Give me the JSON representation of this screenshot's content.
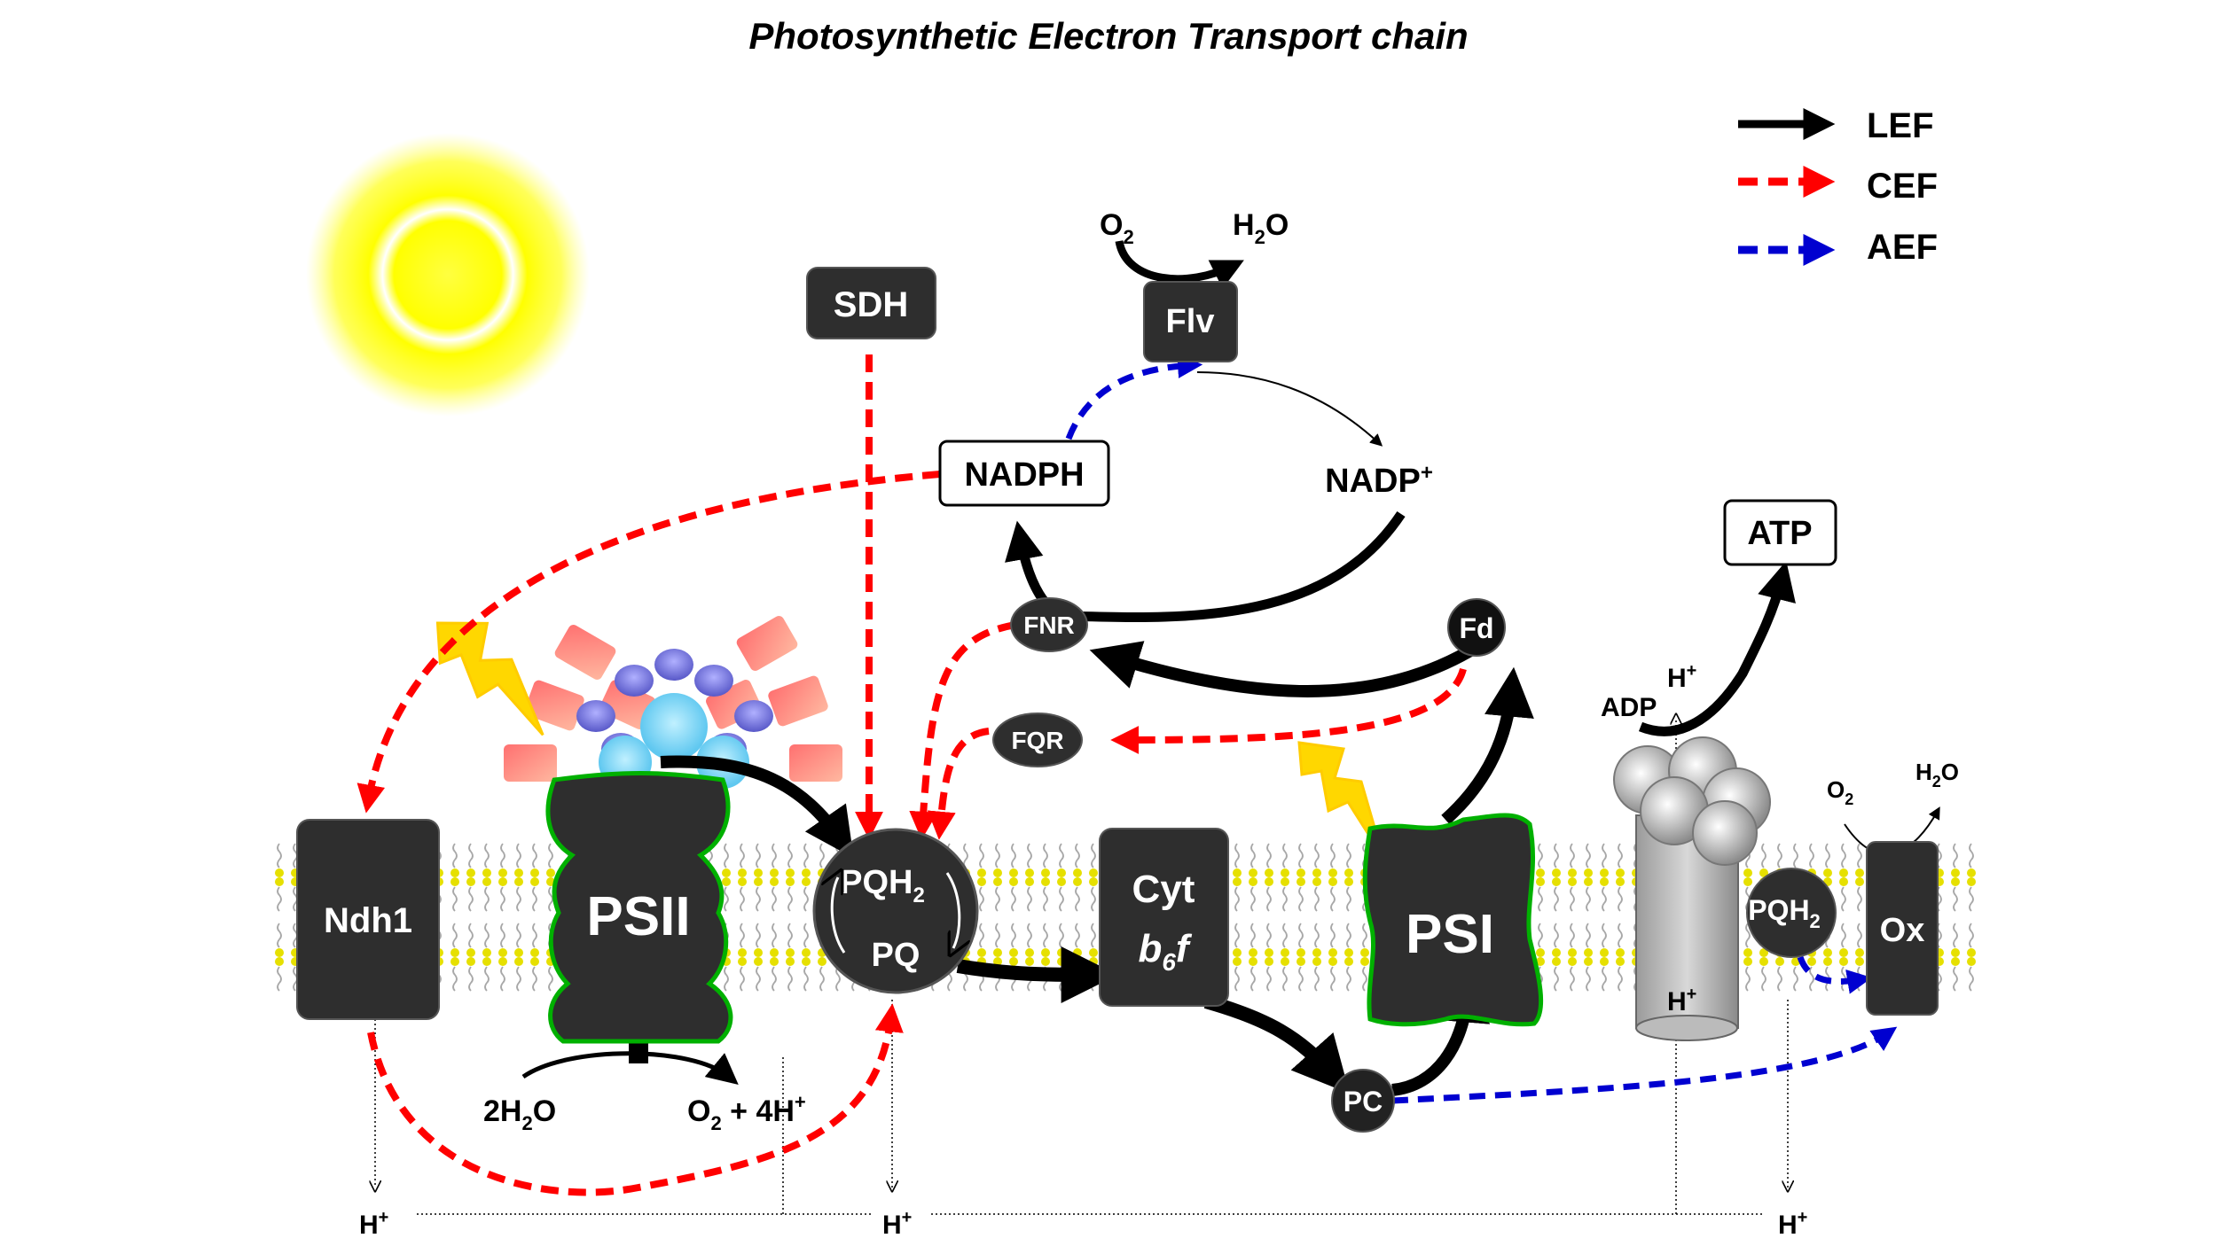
{
  "title": "Photosynthetic Electron Transport chain",
  "legend": [
    {
      "label": "LEF",
      "color": "#000000"
    },
    {
      "label": "CEF",
      "color": "#ff0000"
    },
    {
      "label": "AEF",
      "color": "#0000d0"
    }
  ],
  "complexes": {
    "ndh1": "Ndh1",
    "psii": "PSII",
    "pq_top": "PQH",
    "pq_top_sub": "2",
    "pq_bottom": "PQ",
    "cyt_line1": "Cyt",
    "cyt_line2": "b",
    "cyt_line2_sub": "6",
    "cyt_line2_end": "f",
    "psi": "PSI",
    "ox": "Ox",
    "pqh2_small": "PQH",
    "pqh2_small_sub": "2",
    "sdh": "SDH",
    "flv": "Flv",
    "nadph": "NADPH",
    "nadp": "NADP",
    "nadp_sup": "+",
    "atp": "ATP",
    "fnr": "FNR",
    "fqr": "FQR",
    "fd": "Fd",
    "pc": "PC"
  },
  "labels": {
    "o2": "O",
    "o2_sub": "2",
    "h2o": "H",
    "h2o_sub": "2",
    "h2o_end": "O",
    "water_in": "2H",
    "water_in_sub": "2",
    "water_in_end": "O",
    "o2_out": "O",
    "o2_out_sub": "2",
    "o2_out_end": " + 4H",
    "o2_out_sup": "+",
    "adp": "ADP",
    "h_plus": "H",
    "h_plus_sup": "+",
    "ox_o2": "O",
    "ox_o2_sub": "2",
    "ox_h2o": "H",
    "ox_h2o_sub": "2",
    "ox_h2o_end": "O"
  },
  "colors": {
    "complex_fill": "#2e2e2e",
    "cef_red": "#ff0000",
    "aef_blue": "#0000d0",
    "lef_black": "#000000",
    "sun_yellow": "#ffff00",
    "psii_outline": "#00b000",
    "lightning": "#ffd700"
  }
}
